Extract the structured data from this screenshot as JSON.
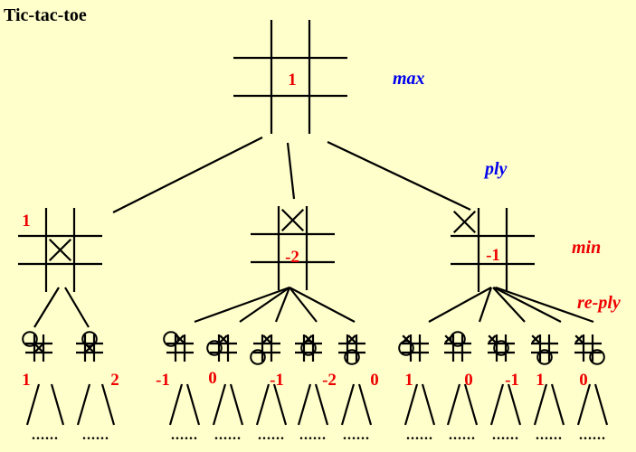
{
  "title": "Tic-tac-toe",
  "levels": {
    "max": "max",
    "ply": "ply",
    "min": "min",
    "re_ply": "re-ply"
  },
  "colors": {
    "background": "#FFFFCC",
    "max_label": "#0000EE",
    "ply_label": "#0000EE",
    "min_label": "#EE0000",
    "re_ply_label": "#EE0000",
    "values": "#EE0000"
  },
  "root": {
    "value": "1"
  },
  "level1": [
    {
      "board": [
        "",
        "",
        "",
        "",
        "X",
        "",
        "",
        "",
        ""
      ],
      "value": "1"
    },
    {
      "board": [
        "",
        "X",
        "",
        "",
        "",
        "",
        "",
        "",
        ""
      ],
      "value": "-2"
    },
    {
      "board": [
        "X",
        "",
        "",
        "",
        "",
        "",
        "",
        "",
        ""
      ],
      "value": "-1"
    }
  ],
  "level2": [
    {
      "board": [
        "O",
        "",
        "",
        "",
        "X",
        "",
        "",
        "",
        ""
      ],
      "value": "1"
    },
    {
      "board": [
        "",
        "O",
        "",
        "",
        "X",
        "",
        "",
        "",
        ""
      ],
      "value": "2"
    },
    {
      "board": [
        "O",
        "X",
        "",
        "",
        "",
        "",
        "",
        "",
        ""
      ],
      "value": "-1"
    },
    {
      "board": [
        "",
        "X",
        "",
        "O",
        "",
        "",
        "",
        "",
        ""
      ],
      "value": "0"
    },
    {
      "board": [
        "",
        "X",
        "",
        "",
        "",
        "",
        "O",
        "",
        ""
      ],
      "value": "-1"
    },
    {
      "board": [
        "",
        "X",
        "",
        "",
        "O",
        "",
        "",
        "",
        ""
      ],
      "value": "-2"
    },
    {
      "board": [
        "",
        "X",
        "",
        "",
        "",
        "",
        "",
        "O",
        ""
      ],
      "value": "0"
    },
    {
      "board": [
        "X",
        "",
        "",
        "O",
        "",
        "",
        "",
        "",
        ""
      ],
      "value": "1"
    },
    {
      "board": [
        "X",
        "O",
        "",
        "",
        "",
        "",
        "",
        "",
        ""
      ],
      "value": "0"
    },
    {
      "board": [
        "X",
        "",
        "",
        "",
        "O",
        "",
        "",
        "",
        ""
      ],
      "value": "-1"
    },
    {
      "board": [
        "X",
        "",
        "",
        "",
        "",
        "",
        "",
        "O",
        ""
      ],
      "value": "1"
    },
    {
      "board": [
        "X",
        "",
        "",
        "",
        "",
        "",
        "",
        "",
        "O"
      ],
      "value": "0"
    }
  ],
  "continuation": "......"
}
